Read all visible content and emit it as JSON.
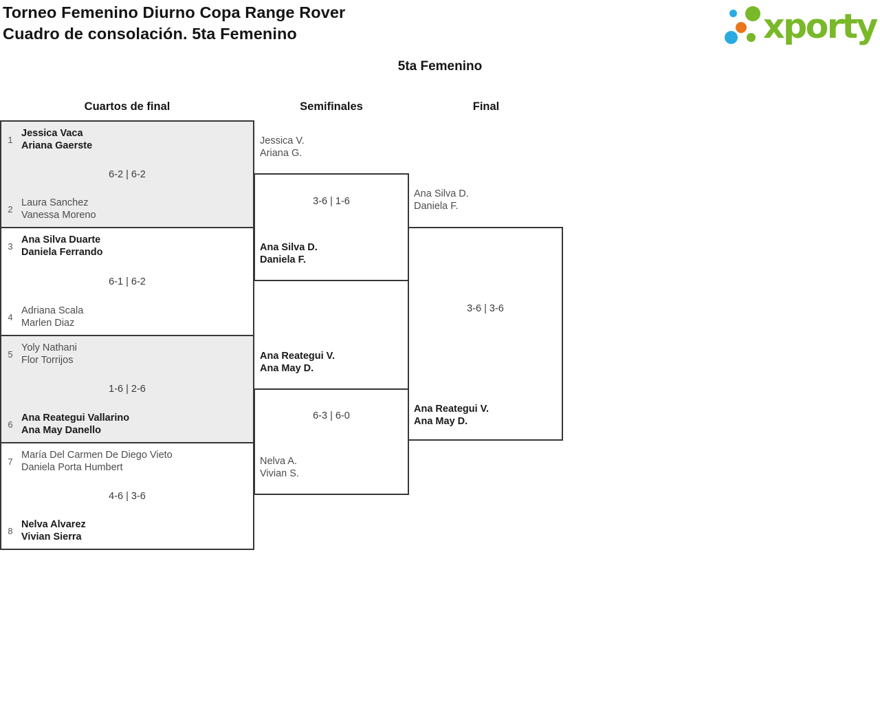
{
  "header": {
    "title_line1": "Torneo Femenino Diurno Copa Range Rover",
    "title_line2": "Cuadro de consolación. 5ta Femenino",
    "logo_text": "xporty"
  },
  "category_title": "5ta Femenino",
  "round_headers": {
    "quarterfinals": "Cuartos de final",
    "semifinals": "Semifinales",
    "final": "Final"
  },
  "colors": {
    "brand_green": "#79b829",
    "brand_blue": "#29abe2",
    "brand_orange": "#e8771d",
    "bracket_border": "#363636",
    "match_shaded_bg": "#ececec",
    "winner_text": "#1a1a1a",
    "loser_text": "#4d4d4d"
  },
  "quarterfinals": [
    {
      "seed_top": "1",
      "top_line1": "Jessica Vaca",
      "top_line2": "Ariana Gaerste",
      "score": "6-2 | 6-2",
      "seed_bottom": "2",
      "bottom_line1": "Laura Sanchez",
      "bottom_line2": "Vanessa Moreno",
      "winner": "top"
    },
    {
      "seed_top": "3",
      "top_line1": "Ana Silva Duarte",
      "top_line2": "Daniela Ferrando",
      "score": "6-1 | 6-2",
      "seed_bottom": "4",
      "bottom_line1": "Adriana Scala",
      "bottom_line2": "Marlen Diaz",
      "winner": "top"
    },
    {
      "seed_top": "5",
      "top_line1": "Yoly Nathani",
      "top_line2": "Flor Torrijos",
      "score": "1-6 | 2-6",
      "seed_bottom": "6",
      "bottom_line1": "Ana Reategui Vallarino",
      "bottom_line2": "Ana May Danello",
      "winner": "bottom"
    },
    {
      "seed_top": "7",
      "top_line1": "María Del Carmen De Diego Vieto",
      "top_line2": "Daniela Porta Humbert",
      "score": "4-6 | 3-6",
      "seed_bottom": "8",
      "bottom_line1": "Nelva Alvarez",
      "bottom_line2": "Vivian Sierra",
      "winner": "bottom"
    }
  ],
  "semifinals": [
    {
      "top_line1": "Jessica V.",
      "top_line2": "Ariana G.",
      "score": "3-6 | 1-6",
      "bottom_line1": "Ana Silva D.",
      "bottom_line2": "Daniela F.",
      "winner": "bottom"
    },
    {
      "top_line1": "Ana Reategui V.",
      "top_line2": "Ana May D.",
      "score": "6-3 | 6-0",
      "bottom_line1": "Nelva A.",
      "bottom_line2": "Vivian S.",
      "winner": "top"
    }
  ],
  "final": {
    "top_line1": "Ana Silva D.",
    "top_line2": "Daniela F.",
    "score": "3-6 | 3-6",
    "bottom_line1": "Ana Reategui V.",
    "bottom_line2": "Ana May D.",
    "winner": "bottom"
  }
}
